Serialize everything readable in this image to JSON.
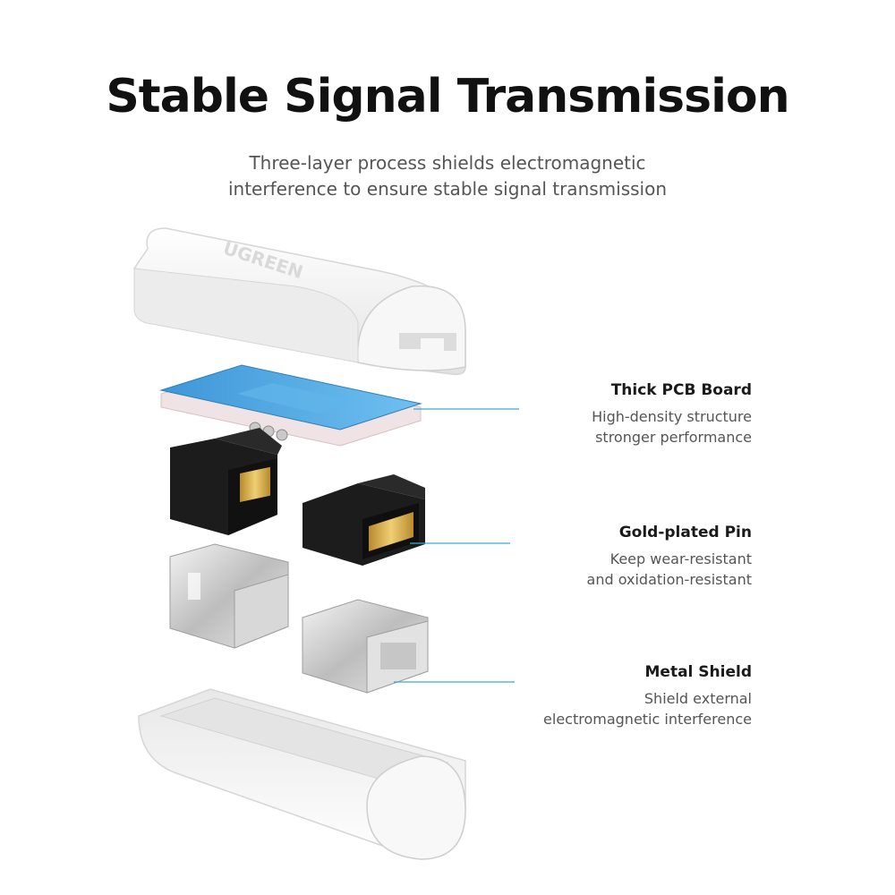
{
  "title": "Stable Signal Transmission",
  "subtitle": {
    "line1": "Three-layer process shields electromagnetic",
    "line2": "interference to ensure stable signal transmission"
  },
  "brand": "UGREEN",
  "colors": {
    "accent": "#3aa9d6",
    "pcb_blue": "#4aa3e0",
    "connector_black": "#1c1c1c",
    "gold": "#d4a94a",
    "shell_white": "#f2f2f2"
  },
  "features": [
    {
      "title": "Thick PCB Board",
      "line1": "High-density structure",
      "line2": "stronger performance"
    },
    {
      "title": "Gold-plated Pin",
      "line1": "Keep wear-resistant",
      "line2": "and oxidation-resistant"
    },
    {
      "title": "Metal Shield",
      "line1": "Shield external",
      "line2": "electromagnetic interference"
    }
  ]
}
